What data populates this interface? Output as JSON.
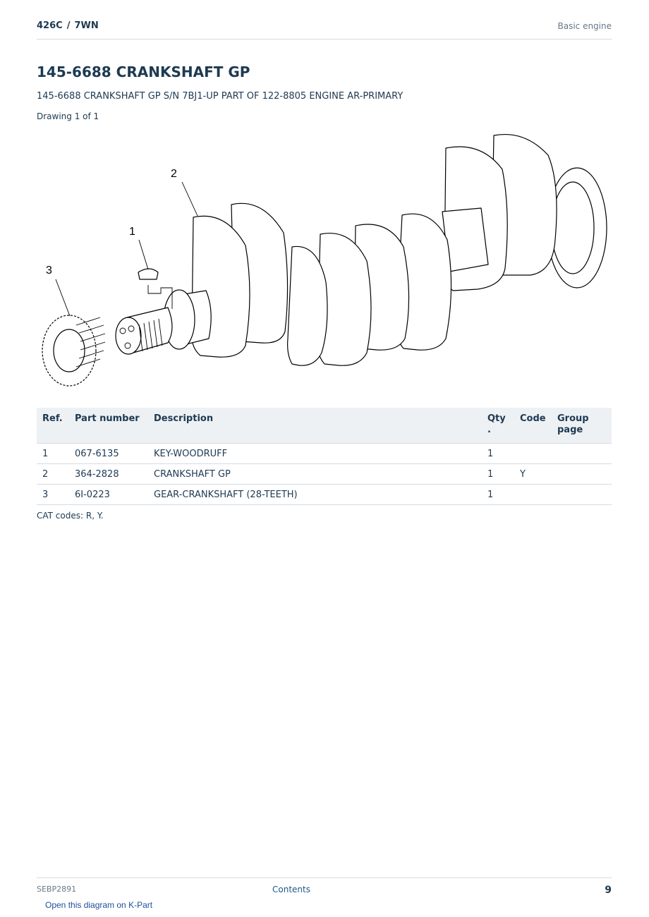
{
  "header": {
    "model": "426C",
    "separator": "/",
    "serial_prefix": "7WN",
    "section": "Basic engine"
  },
  "title": "145-6688 CRANKSHAFT GP",
  "subtitle": "145-6688 CRANKSHAFT GP S/N 7BJ1-UP PART OF 122-8805 ENGINE AR-PRIMARY",
  "drawing_label": "Drawing 1 of 1",
  "diagram": {
    "callouts": [
      "1",
      "2",
      "3"
    ]
  },
  "table": {
    "headers": {
      "ref": "Ref.",
      "part_number": "Part number",
      "description": "Description",
      "qty_line1": "Qty",
      "qty_line2": ".",
      "code": "Code",
      "group_line1": "Group",
      "group_line2": "page"
    },
    "rows": [
      {
        "ref": "1",
        "part_number": "067-6135",
        "description": "KEY-WOODRUFF",
        "qty": "1",
        "code": "",
        "group_page": ""
      },
      {
        "ref": "2",
        "part_number": "364-2828",
        "description": "CRANKSHAFT GP",
        "qty": "1",
        "code": "Y",
        "group_page": ""
      },
      {
        "ref": "3",
        "part_number": "6I-0223",
        "description": "GEAR-CRANKSHAFT (28-TEETH)",
        "qty": "1",
        "code": "",
        "group_page": ""
      }
    ]
  },
  "cat_codes": "CAT codes: R, Y.",
  "footer": {
    "doc_id": "SEBP2891",
    "contents": "Contents",
    "page": "9",
    "kpart_link": "Open this diagram on K-Part"
  }
}
